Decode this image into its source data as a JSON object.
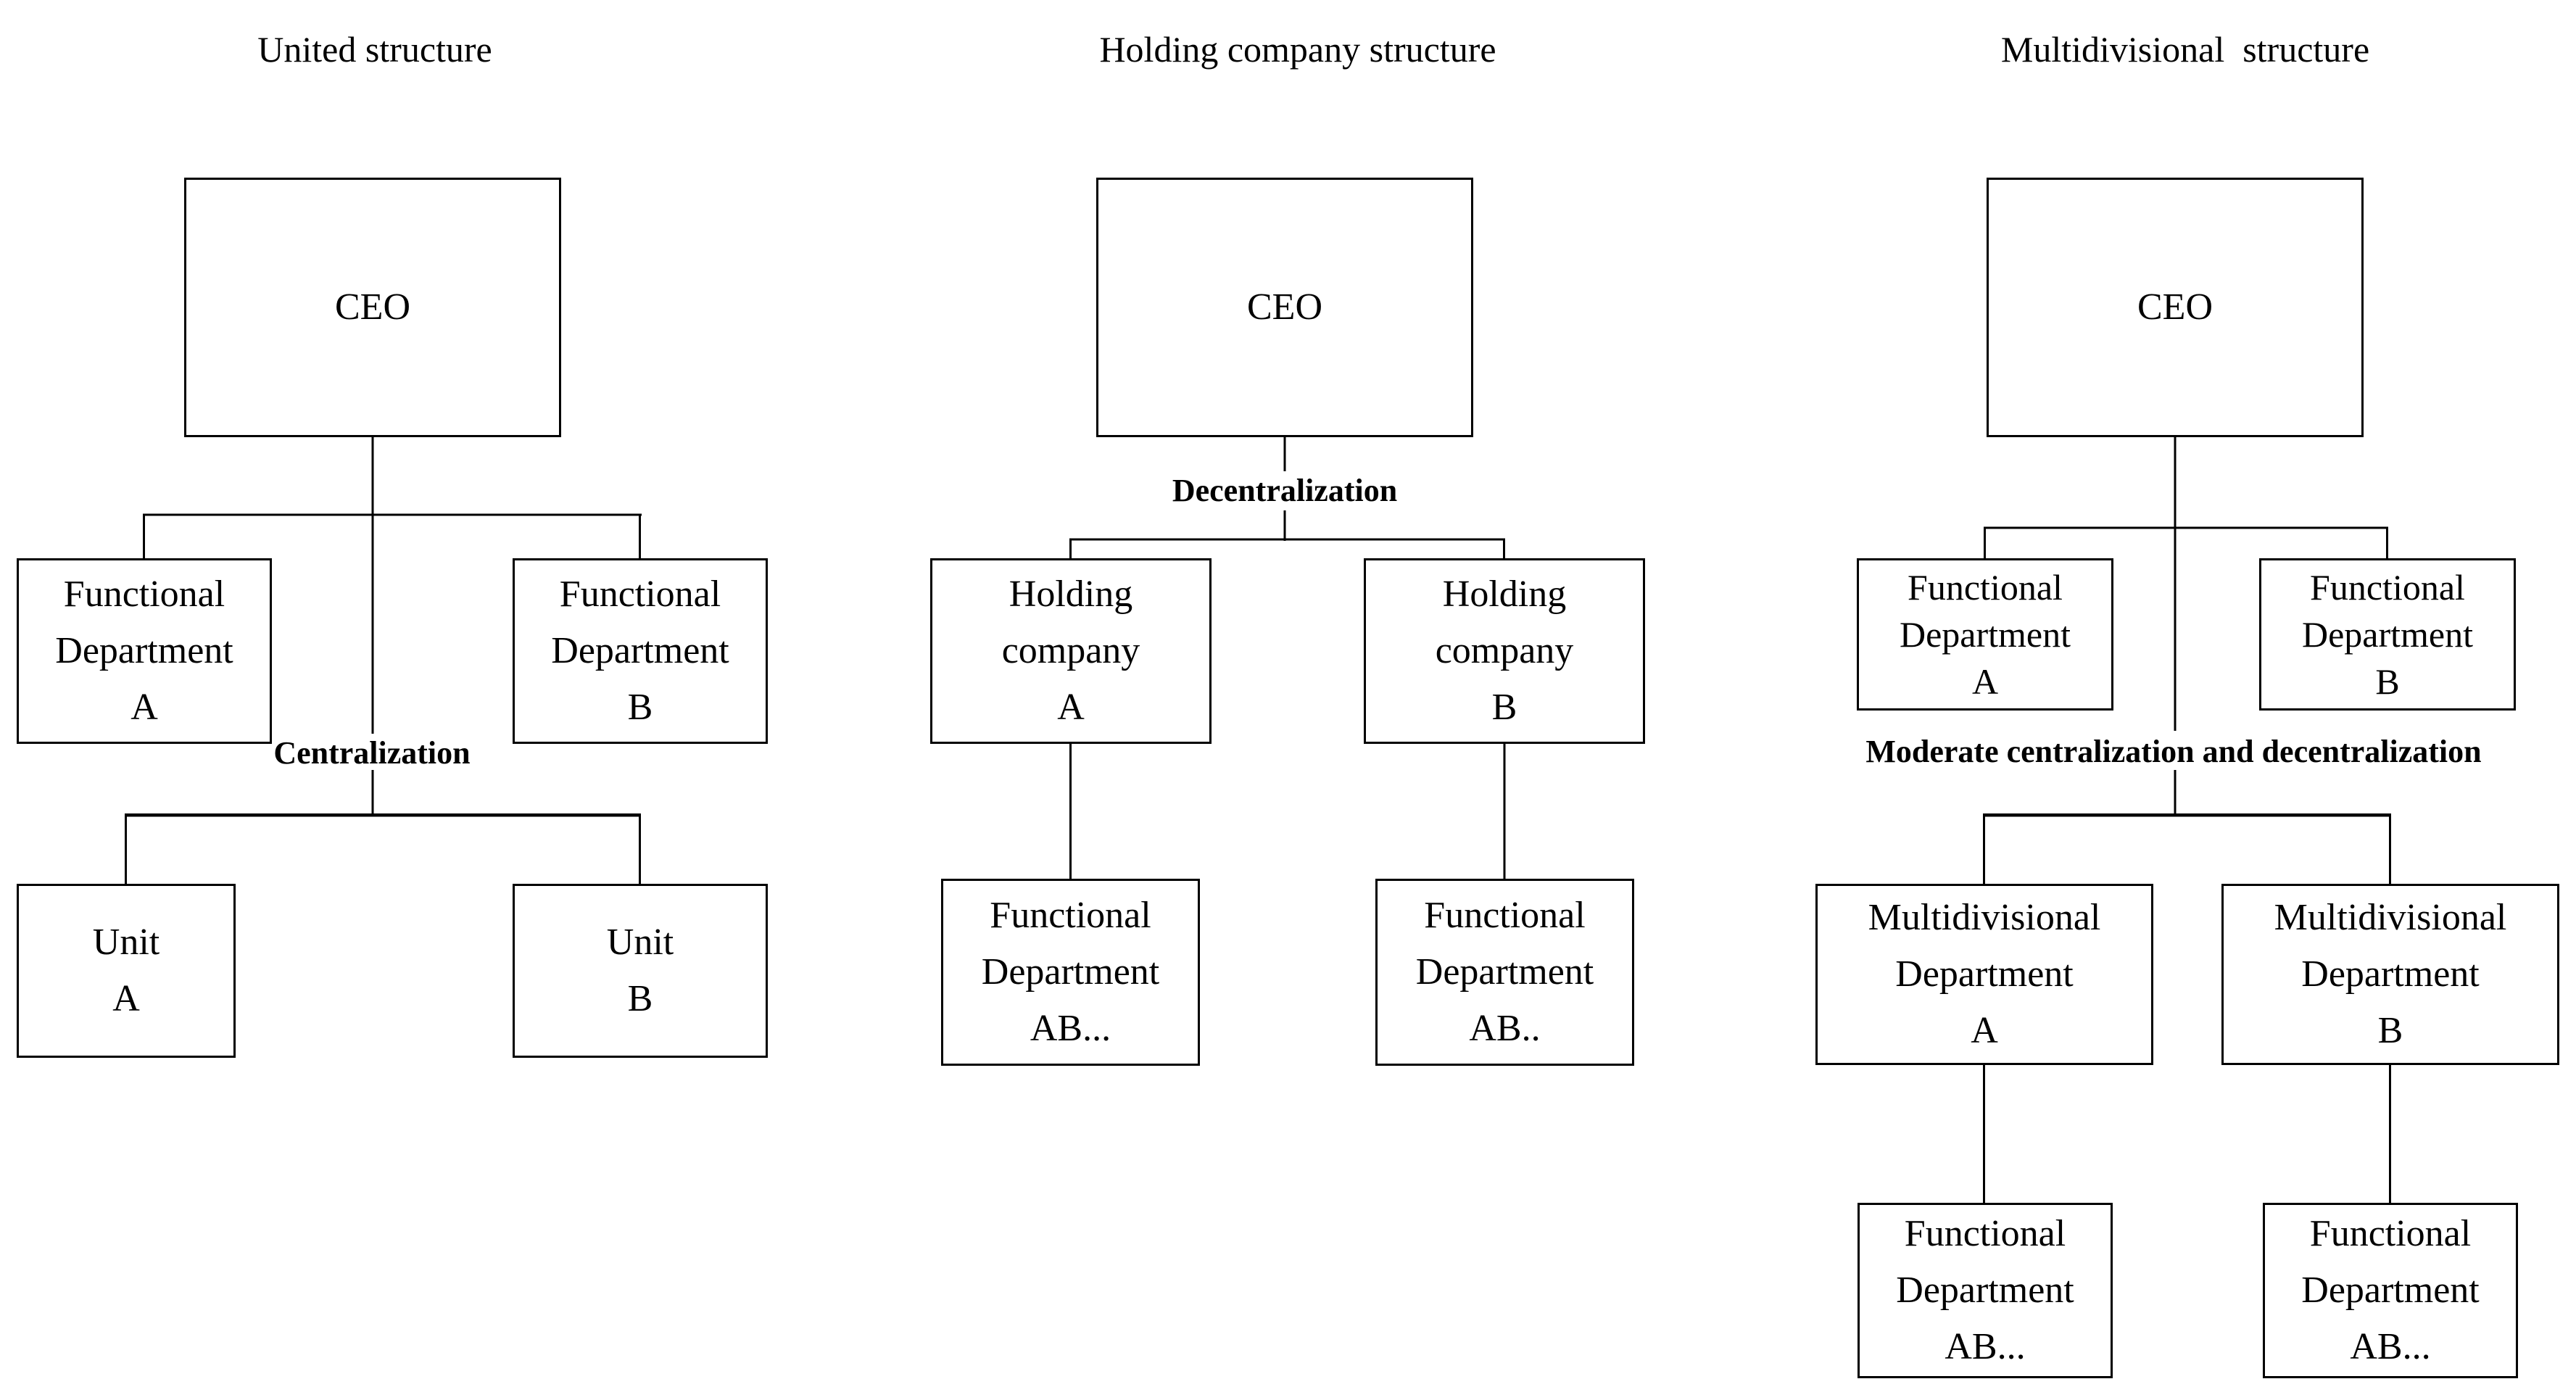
{
  "figure": {
    "background": "#ffffff",
    "line_color": "#000000",
    "text_color": "#000000"
  },
  "united": {
    "title": "United structure",
    "ceo": "CEO",
    "dept_a": "Functional\nDepartment\nA",
    "dept_b": "Functional\nDepartment\nB",
    "flow_label": "Centralization",
    "unit_a": "Unit\nA",
    "unit_b": "Unit\nB"
  },
  "holding": {
    "title": "Holding company structure",
    "ceo": "CEO",
    "company_a": "Holding\ncompany\nA",
    "company_b": "Holding\ncompany\nB",
    "flow_label": "Decentralization",
    "dept_ab_left": "Functional\nDepartment\nAB...",
    "dept_ab_right": "Functional\nDepartment\nAB.."
  },
  "multidivisional": {
    "title": "Multidivisional  structure",
    "ceo": "CEO",
    "dept_a": "Functional\nDepartment\nA",
    "dept_b": "Functional\nDepartment\nB",
    "flow_label": "Moderate centralization and decentralization",
    "division_a": "Multidivisional\nDepartment\nA",
    "division_b": "Multidivisional\nDepartment\nB",
    "dept_ab_left": "Functional\nDepartment\nAB...",
    "dept_ab_right": "Functional\nDepartment\nAB..."
  }
}
